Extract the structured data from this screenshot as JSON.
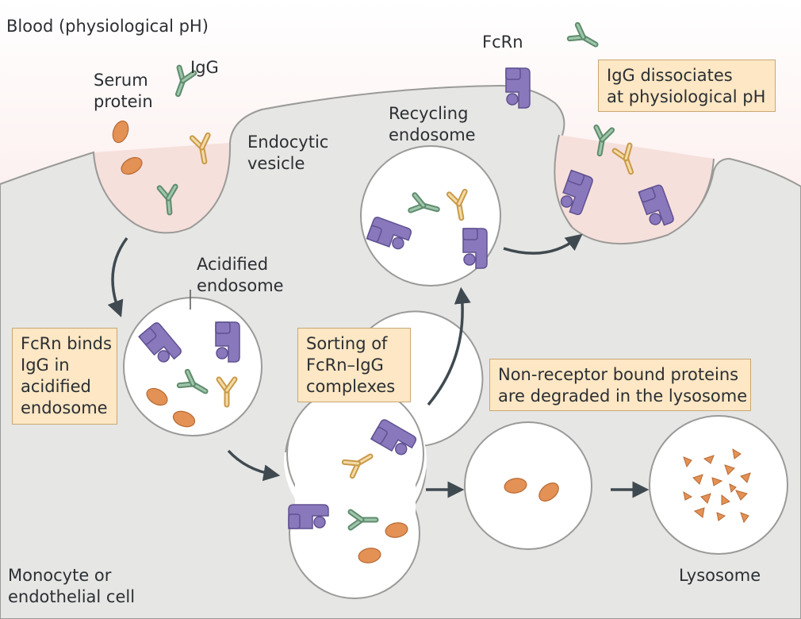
{
  "labels": {
    "blood": "Blood (physiological pH)",
    "serum_protein": "Serum\nprotein",
    "igg": "IgG",
    "fcrn": "FcRn",
    "endocytic_vesicle": "Endocytic\nvesicle",
    "recycling_endosome": "Recycling\nendosome",
    "acidified_endosome": "Acidified\nendosome",
    "cell": "Monocyte or\nendothelial cell",
    "lysosome": "Lysosome"
  },
  "boxes": {
    "dissociates": "IgG dissociates\nat physiological pH",
    "binds": "FcRn binds\nIgG in\nacidified\nendosome",
    "sorting": "Sorting of\nFcRn–IgG\ncomplexes",
    "degraded": "Non-receptor bound proteins\nare degraded in the lysosome"
  },
  "colors": {
    "blood_top": "#f7d9d7",
    "cell_fill": "#e6e6e4",
    "vesicle_fill": "#f6e0dc",
    "fcrn": "#8a78bd",
    "igg_green": "#7ea88c",
    "igg_yellow": "#e5c27d",
    "serum_protein": "#e39155",
    "box_fill": "#fde7c4",
    "arrow": "#3f4a50"
  }
}
